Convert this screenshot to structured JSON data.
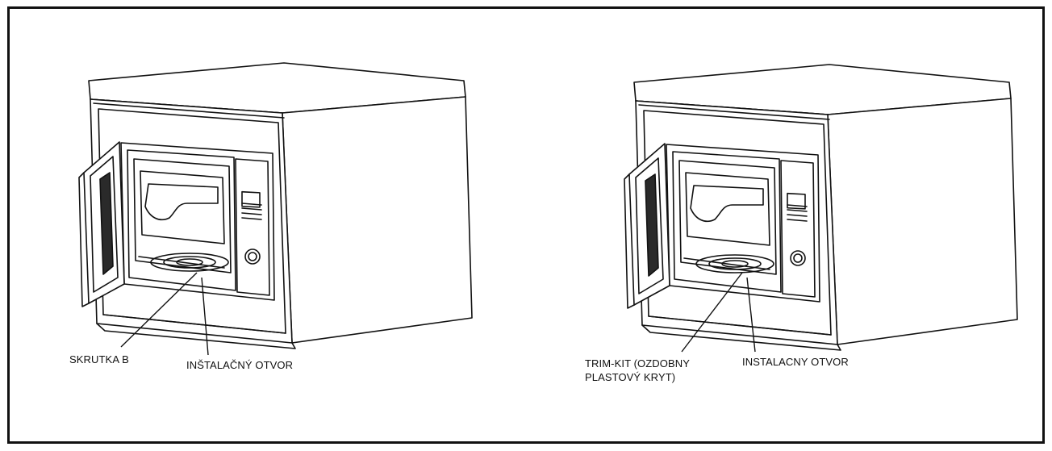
{
  "figure": {
    "left_illustration": {
      "labels": {
        "screw": "SKRUTKA B",
        "hole": "INŠTALAČNÝ OTVOR"
      }
    },
    "right_illustration": {
      "labels": {
        "trim_line1": "TRIM-KIT (OZDOBNY",
        "trim_line2": "PLASTOVÝ KRYT)",
        "hole": "INSTALACNY OTVOR"
      }
    }
  },
  "colors": {
    "stroke": "#111111",
    "background": "#ffffff"
  }
}
